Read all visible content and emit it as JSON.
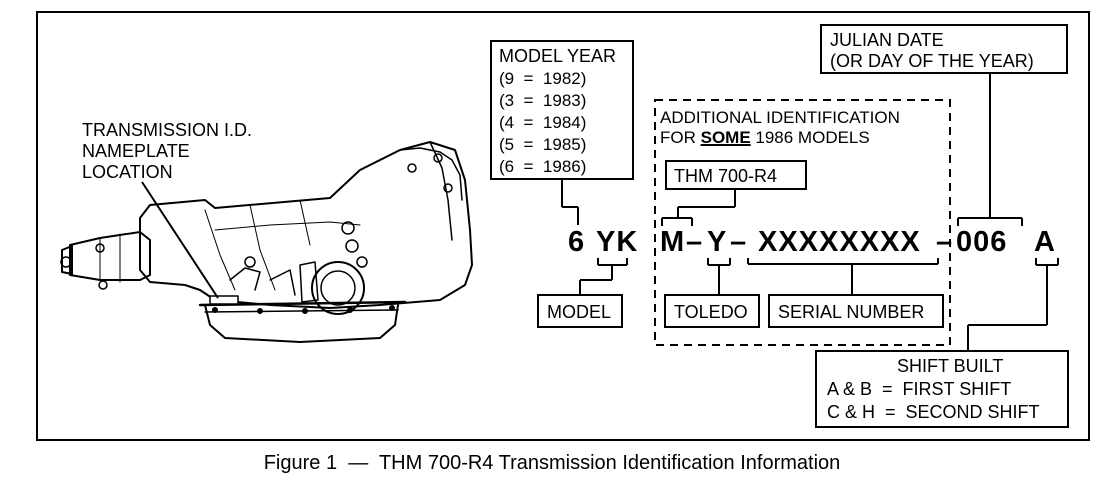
{
  "nameplate_label": [
    "TRANSMISSION I.D.",
    "NAMEPLATE",
    "LOCATION"
  ],
  "model_year_box": {
    "title": "MODEL YEAR",
    "items": [
      "(9  =  1982)",
      "(3  =  1983)",
      "(4  =  1984)",
      "(5  =  1985)",
      "(6  =  1986)"
    ]
  },
  "julian_box": [
    "JULIAN DATE",
    "(OR DAY OF THE YEAR)"
  ],
  "additional_id": {
    "line1": "ADDITIONAL IDENTIFICATION",
    "line2_prefix": "FOR ",
    "line2_emph": "SOME",
    "line2_suffix": " 1986 MODELS"
  },
  "thm_box": "THM 700-R4",
  "code": {
    "year": "6",
    "model": "YK",
    "m": "M",
    "dash1": "–",
    "y": "Y",
    "dash2": "–",
    "serial": "XXXXXXXX",
    "dash3": "–",
    "julian": "006",
    "shift": "A"
  },
  "model_box": "MODEL",
  "toledo_box": "TOLEDO",
  "serial_box": "SERIAL NUMBER",
  "shift_box": {
    "title": "SHIFT BUILT",
    "line1": "A & B  =  FIRST SHIFT",
    "line2": "C & H  =  SECOND SHIFT"
  },
  "caption": "Figure 1  —  THM 700-R4 Transmission Identification Information"
}
